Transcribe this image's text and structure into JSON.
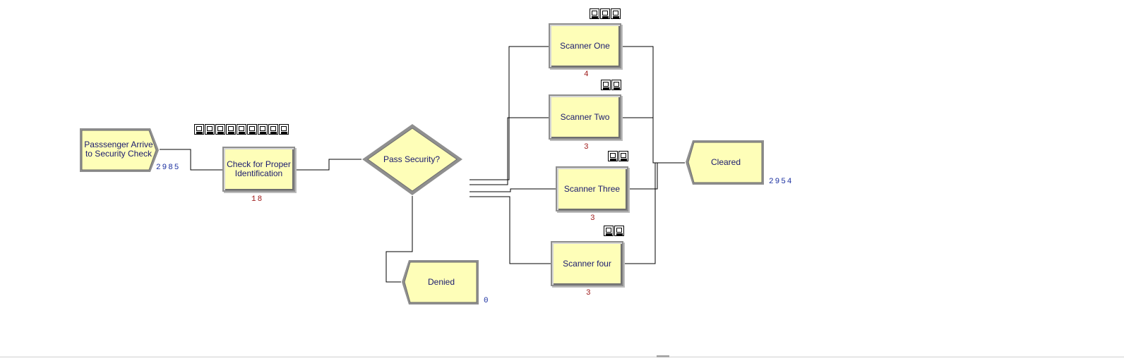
{
  "modules": {
    "arrive": {
      "label": "Passsenger Arrive to Security Check",
      "count": "2985"
    },
    "check": {
      "label": "Check for Proper Identification",
      "count": "18",
      "queue_size": 9
    },
    "decide": {
      "label": "Pass Security?"
    },
    "denied": {
      "label": "Denied",
      "count": "0"
    },
    "scanner_one": {
      "label": "Scanner One",
      "count": "4",
      "queue_size": 3
    },
    "scanner_two": {
      "label": "Scanner Two",
      "count": "3",
      "queue_size": 2
    },
    "scanner_three": {
      "label": "Scanner Three",
      "count": "3",
      "queue_size": 2
    },
    "scanner_four": {
      "label": "Scanner four",
      "count": "3",
      "queue_size": 2
    },
    "cleared": {
      "label": "Cleared",
      "count": "2954"
    }
  },
  "colors": {
    "module_fill": "#fefeb8",
    "module_border": "#8f8f8f",
    "label_text": "#1a1a6e",
    "counter_blue": "#1a2fa0",
    "counter_red": "#9c1414",
    "connector": "#000000"
  },
  "icons": {
    "queued_entity": "entity-page-icon"
  }
}
